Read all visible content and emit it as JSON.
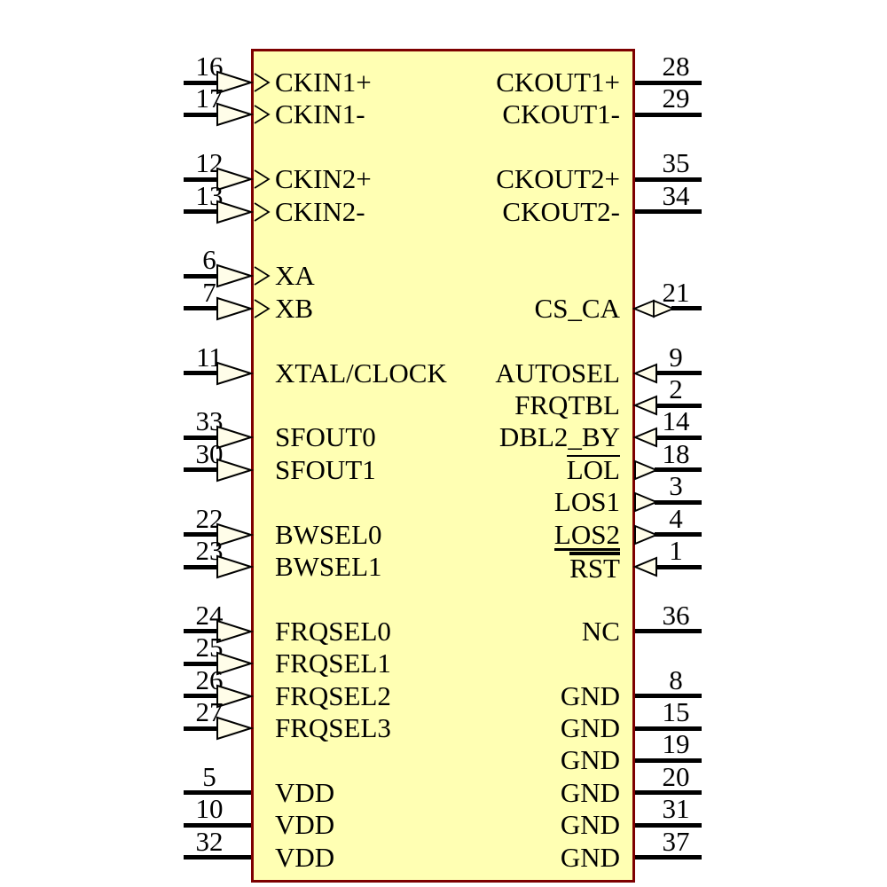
{
  "figure": {
    "type": "ic-schematic-symbol",
    "colors": {
      "body_fill": "#FFFFB3",
      "body_border": "#7D0000",
      "pin_line": "#000000",
      "arrow_fill": "#FFFDE9",
      "text": "#000000"
    },
    "pins_left": [
      {
        "number": "16",
        "label": "CKIN1+",
        "row": 0,
        "arrow": "input-double"
      },
      {
        "number": "17",
        "label": "CKIN1-",
        "row": 1,
        "arrow": "input-double"
      },
      {
        "number": "12",
        "label": "CKIN2+",
        "row": 3,
        "arrow": "input-double"
      },
      {
        "number": "13",
        "label": "CKIN2-",
        "row": 4,
        "arrow": "input-double"
      },
      {
        "number": "6",
        "label": "XA",
        "row": 6,
        "arrow": "input-double"
      },
      {
        "number": "7",
        "label": "XB",
        "row": 7,
        "arrow": "input-double"
      },
      {
        "number": "11",
        "label": "XTAL/CLOCK",
        "row": 9,
        "arrow": "input"
      },
      {
        "number": "33",
        "label": "SFOUT0",
        "row": 11,
        "arrow": "input"
      },
      {
        "number": "30",
        "label": "SFOUT1",
        "row": 12,
        "arrow": "input"
      },
      {
        "number": "22",
        "label": "BWSEL0",
        "row": 14,
        "arrow": "input"
      },
      {
        "number": "23",
        "label": "BWSEL1",
        "row": 15,
        "arrow": "input"
      },
      {
        "number": "24",
        "label": "FRQSEL0",
        "row": 17,
        "arrow": "input"
      },
      {
        "number": "25",
        "label": "FRQSEL1",
        "row": 18,
        "arrow": "input"
      },
      {
        "number": "26",
        "label": "FRQSEL2",
        "row": 19,
        "arrow": "input"
      },
      {
        "number": "27",
        "label": "FRQSEL3",
        "row": 20,
        "arrow": "input"
      },
      {
        "number": "5",
        "label": "VDD",
        "row": 22,
        "arrow": "none"
      },
      {
        "number": "10",
        "label": "VDD",
        "row": 23,
        "arrow": "none"
      },
      {
        "number": "32",
        "label": "VDD",
        "row": 24,
        "arrow": "none"
      }
    ],
    "pins_right": [
      {
        "number": "28",
        "label": "CKOUT1+",
        "row": 0,
        "arrow": "none"
      },
      {
        "number": "29",
        "label": "CKOUT1-",
        "row": 1,
        "arrow": "none"
      },
      {
        "number": "35",
        "label": "CKOUT2+",
        "row": 3,
        "arrow": "none"
      },
      {
        "number": "34",
        "label": "CKOUT2-",
        "row": 4,
        "arrow": "none"
      },
      {
        "number": "21",
        "label": "CS_CA",
        "row": 7,
        "arrow": "bidirectional"
      },
      {
        "number": "9",
        "label": "AUTOSEL",
        "row": 9,
        "arrow": "input"
      },
      {
        "number": "2",
        "label": "FRQTBL",
        "row": 10,
        "arrow": "input"
      },
      {
        "number": "14",
        "label": "DBL2_BY",
        "row": 11,
        "arrow": "input"
      },
      {
        "number": "18",
        "label": "LOL",
        "row": 12,
        "arrow": "output",
        "decoration": "overline"
      },
      {
        "number": "3",
        "label": "LOS1",
        "row": 13,
        "arrow": "output"
      },
      {
        "number": "4",
        "label": "LOS2",
        "row": 14,
        "arrow": "output",
        "decoration": "underline"
      },
      {
        "number": "1",
        "label": "RST",
        "row": 15,
        "arrow": "input",
        "decoration": "overline-thick"
      },
      {
        "number": "36",
        "label": "NC",
        "row": 17,
        "arrow": "none"
      },
      {
        "number": "8",
        "label": "GND",
        "row": 19,
        "arrow": "none"
      },
      {
        "number": "15",
        "label": "GND",
        "row": 20,
        "arrow": "none"
      },
      {
        "number": "19",
        "label": "GND",
        "row": 21,
        "arrow": "none"
      },
      {
        "number": "20",
        "label": "GND",
        "row": 22,
        "arrow": "none"
      },
      {
        "number": "31",
        "label": "GND",
        "row": 23,
        "arrow": "none"
      },
      {
        "number": "37",
        "label": "GND",
        "row": 24,
        "arrow": "none"
      }
    ]
  }
}
